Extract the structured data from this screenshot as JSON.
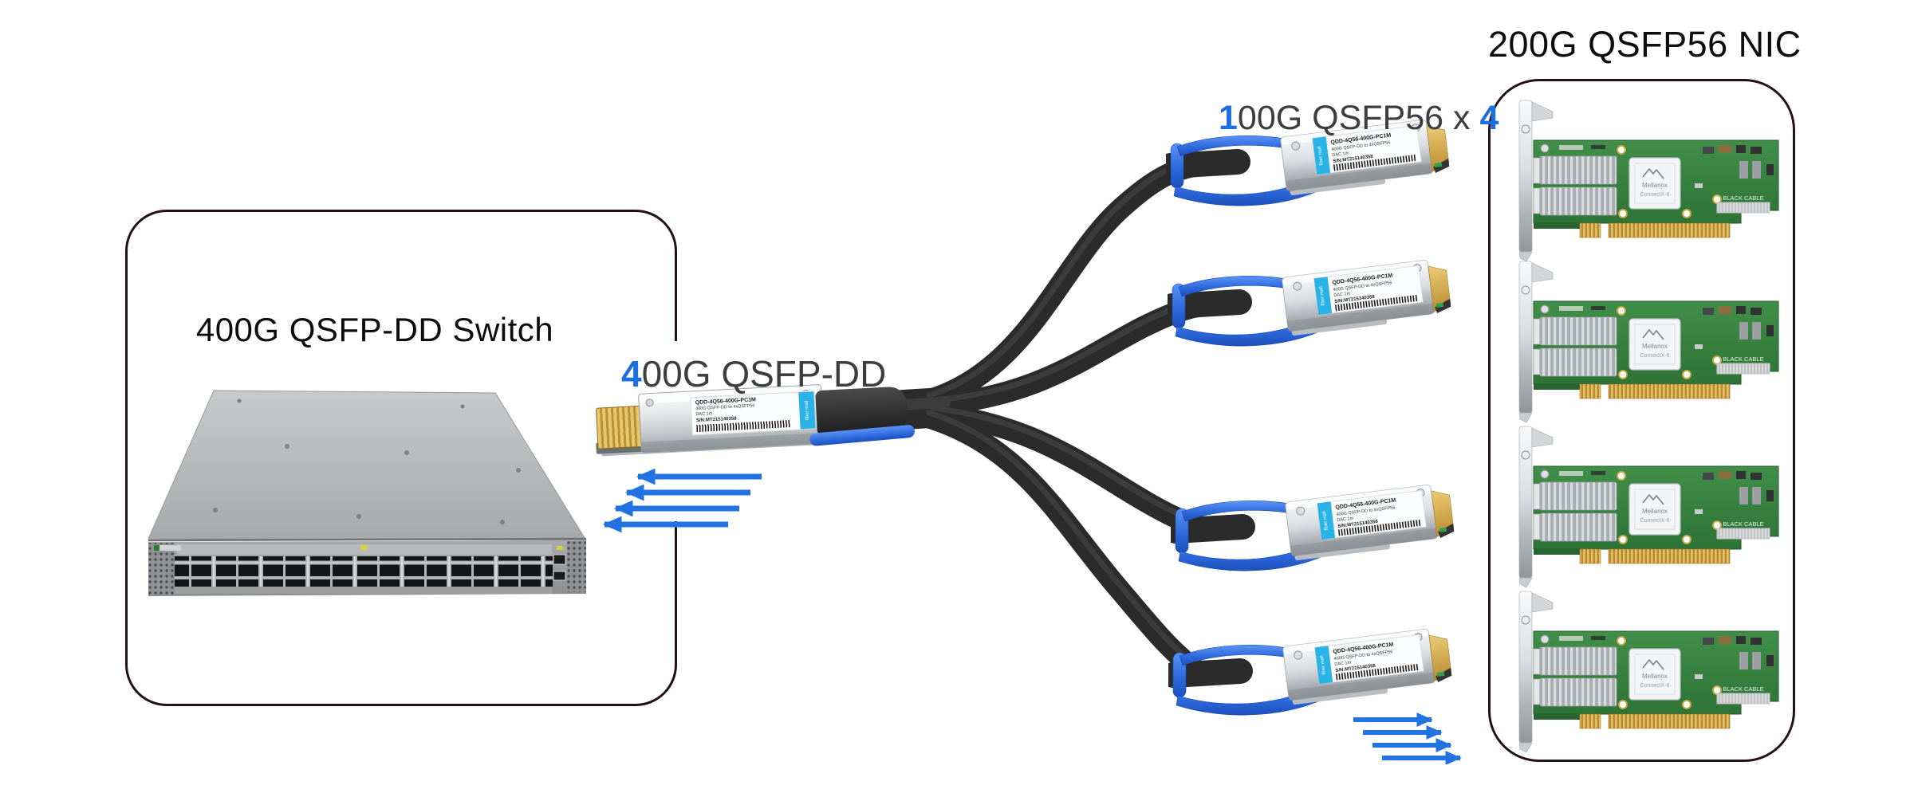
{
  "palette": {
    "accent_blue": "#1b6fe0",
    "arrow_blue": "#2272e2",
    "latch_blue": "#2e6ade",
    "label_cyan": "#2ab3e6",
    "cable_black": "#2d2d2d",
    "pcb_green": "#35813e",
    "gold": "#d0a844",
    "outline_border": "#231114",
    "title_black": "#0d0d0d",
    "label_gray": "#3e3e3e"
  },
  "icons": {
    "ingress": "arrow-left-icon",
    "egress": "arrow-right-icon"
  },
  "switch_section": {
    "title": "400G QSFP-DD Switch"
  },
  "dd_end": {
    "label_accent": "4",
    "label_rest": "00G QSFP-DD",
    "arrow_count": 4,
    "module": {
      "brand": "fiber mall",
      "model": "QDD-4Q56-400G-PC1M",
      "desc": "400G QSFP-DD to 4xQSFP56",
      "length": "DAC 1m",
      "serial": "S/N:MT215140358"
    }
  },
  "breakout_end": {
    "label_accent_start": "1",
    "label_middle": "00G QSFP56 x ",
    "label_accent_end": "4",
    "arrow_count": 4,
    "connectors": [
      {
        "brand": "fiber mall",
        "model": "QDD-4Q56-400G-PC1M",
        "desc": "400G QSFP-DD to 4xQSFP56",
        "length": "DAC 1m",
        "serial": "S/N:MT215140358"
      },
      {
        "brand": "fiber mall",
        "model": "QDD-4Q56-400G-PC1M",
        "desc": "400G QSFP-DD to 4xQSFP56",
        "length": "DAC 1m",
        "serial": "S/N:MT215140358"
      },
      {
        "brand": "fiber mall",
        "model": "QDD-4Q56-400G-PC1M",
        "desc": "400G QSFP-DD to 4xQSFP56",
        "length": "DAC 1m",
        "serial": "S/N:MT215140358"
      },
      {
        "brand": "fiber mall",
        "model": "QDD-4Q56-400G-PC1M",
        "desc": "400G QSFP-DD to 4xQSFP56",
        "length": "DAC 1m",
        "serial": "S/N:MT215140358"
      }
    ]
  },
  "nic_section": {
    "title": "200G QSFP56 NIC",
    "cards": [
      {
        "chip_brand": "Mellanox",
        "chip_model": "ConnectX-6",
        "silkscreen": "BLACK CABLE"
      },
      {
        "chip_brand": "Mellanox",
        "chip_model": "ConnectX-6",
        "silkscreen": "BLACK CABLE"
      },
      {
        "chip_brand": "Mellanox",
        "chip_model": "ConnectX-6",
        "silkscreen": "BLACK CABLE"
      },
      {
        "chip_brand": "Mellanox",
        "chip_model": "ConnectX-6",
        "silkscreen": "BLACK CABLE"
      }
    ]
  }
}
